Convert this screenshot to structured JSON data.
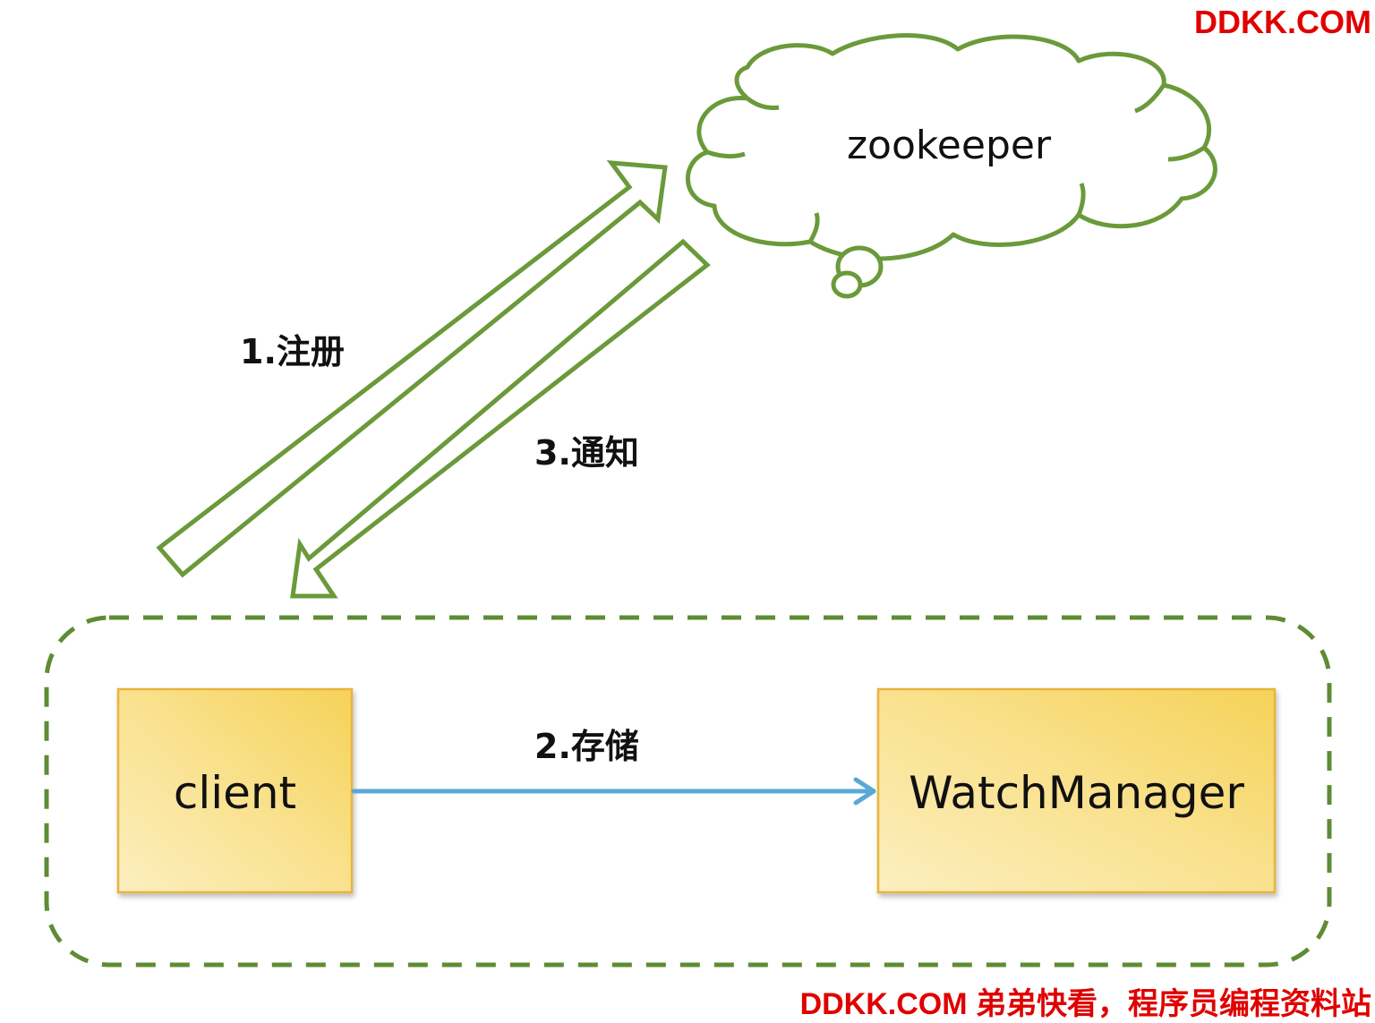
{
  "watermark": {
    "top": "DDKK.COM",
    "bottom": "DDKK.COM 弟弟快看，程序员编程资料站"
  },
  "diagram": {
    "cloud_label": "zookeeper",
    "nodes": {
      "client": "client",
      "watch_manager": "WatchManager"
    },
    "steps": {
      "register": "1.注册",
      "store": "2.存储",
      "notify": "3.通知"
    }
  },
  "colors": {
    "outline_green": "#6a9a3a",
    "dashed_green": "#5e8c35",
    "node_fill_light": "#fbeaa6",
    "node_fill_dark": "#f6d35c",
    "node_border": "#e7b53c",
    "arrow_blue": "#5aa8d6",
    "watermark_red": "#e00000"
  }
}
